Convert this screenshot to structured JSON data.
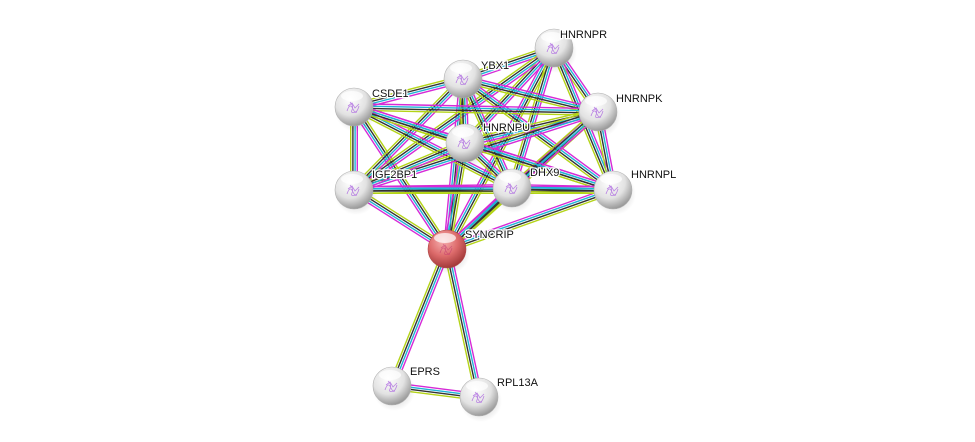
{
  "title": "Protein interaction network",
  "query_node": "SYNCRIP",
  "colors": {
    "query_node": "#e06666",
    "node": "#e8e8e8",
    "edge_colors": [
      "#d62ad6",
      "#20b4d6",
      "#333333",
      "#b4d418"
    ]
  },
  "nodes": [
    {
      "id": "HNRNPR",
      "label": "HNRNPR",
      "icon": "protein-structure-icon"
    },
    {
      "id": "YBX1",
      "label": "YBX1",
      "icon": "protein-structure-icon"
    },
    {
      "id": "CSDE1",
      "label": "CSDE1",
      "icon": "protein-structure-icon"
    },
    {
      "id": "HNRNPK",
      "label": "HNRNPK",
      "icon": "protein-structure-icon"
    },
    {
      "id": "HNRNPU",
      "label": "HNRNPU",
      "icon": "protein-structure-icon"
    },
    {
      "id": "IGF2BP1",
      "label": "IGF2BP1",
      "icon": "protein-structure-icon"
    },
    {
      "id": "DHX9",
      "label": "DHX9",
      "icon": "protein-structure-icon"
    },
    {
      "id": "HNRNPL",
      "label": "HNRNPL",
      "icon": "protein-structure-icon"
    },
    {
      "id": "SYNCRIP",
      "label": "SYNCRIP",
      "icon": "protein-structure-icon",
      "query": true
    },
    {
      "id": "EPRS",
      "label": "EPRS",
      "icon": "protein-structure-icon"
    },
    {
      "id": "RPL13A",
      "label": "RPL13A",
      "icon": "protein-structure-icon"
    }
  ],
  "edges": [
    [
      "SYNCRIP",
      "HNRNPR"
    ],
    [
      "SYNCRIP",
      "YBX1"
    ],
    [
      "SYNCRIP",
      "CSDE1"
    ],
    [
      "SYNCRIP",
      "HNRNPK"
    ],
    [
      "SYNCRIP",
      "HNRNPU"
    ],
    [
      "SYNCRIP",
      "IGF2BP1"
    ],
    [
      "SYNCRIP",
      "DHX9"
    ],
    [
      "SYNCRIP",
      "HNRNPL"
    ],
    [
      "SYNCRIP",
      "EPRS"
    ],
    [
      "SYNCRIP",
      "RPL13A"
    ],
    [
      "EPRS",
      "RPL13A"
    ],
    [
      "HNRNPR",
      "YBX1"
    ],
    [
      "HNRNPR",
      "HNRNPK"
    ],
    [
      "HNRNPR",
      "HNRNPU"
    ],
    [
      "HNRNPR",
      "DHX9"
    ],
    [
      "HNRNPR",
      "HNRNPL"
    ],
    [
      "HNRNPR",
      "IGF2BP1"
    ],
    [
      "YBX1",
      "CSDE1"
    ],
    [
      "YBX1",
      "HNRNPK"
    ],
    [
      "YBX1",
      "HNRNPU"
    ],
    [
      "YBX1",
      "IGF2BP1"
    ],
    [
      "YBX1",
      "DHX9"
    ],
    [
      "YBX1",
      "HNRNPL"
    ],
    [
      "CSDE1",
      "HNRNPK"
    ],
    [
      "CSDE1",
      "HNRNPU"
    ],
    [
      "CSDE1",
      "IGF2BP1"
    ],
    [
      "CSDE1",
      "DHX9"
    ],
    [
      "CSDE1",
      "HNRNPL"
    ],
    [
      "HNRNPK",
      "HNRNPU"
    ],
    [
      "HNRNPK",
      "IGF2BP1"
    ],
    [
      "HNRNPK",
      "DHX9"
    ],
    [
      "HNRNPK",
      "HNRNPL"
    ],
    [
      "HNRNPU",
      "IGF2BP1"
    ],
    [
      "HNRNPU",
      "DHX9"
    ],
    [
      "HNRNPU",
      "HNRNPL"
    ],
    [
      "IGF2BP1",
      "DHX9"
    ],
    [
      "IGF2BP1",
      "HNRNPL"
    ],
    [
      "DHX9",
      "HNRNPL"
    ]
  ]
}
